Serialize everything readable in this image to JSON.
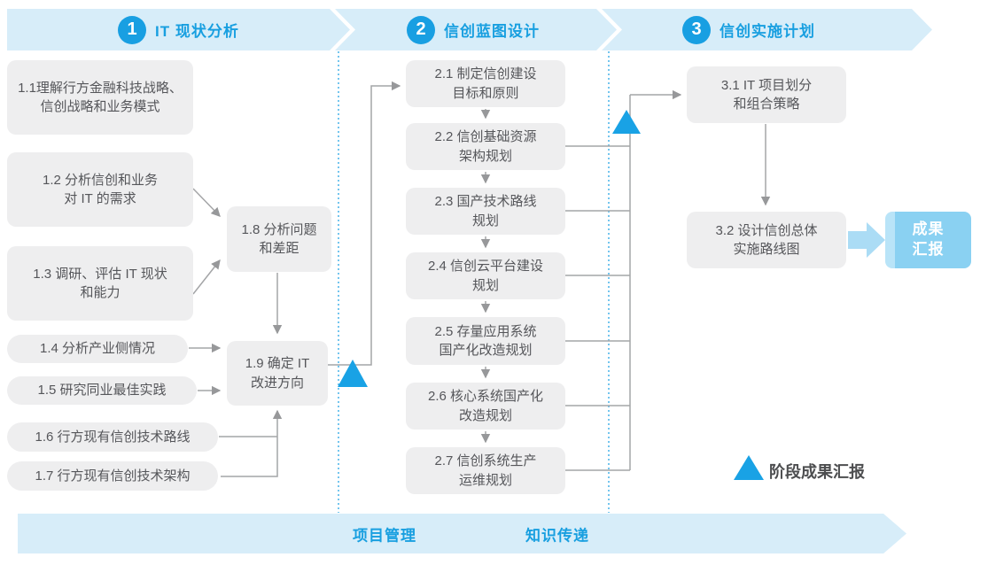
{
  "phases": [
    {
      "number": "1",
      "title": "IT 现状分析"
    },
    {
      "number": "2",
      "title": "信创蓝图设计"
    },
    {
      "number": "3",
      "title": "信创实施计划"
    }
  ],
  "steps": {
    "s1_1": {
      "line1": "1.1理解行方金融科技战略、",
      "line2": "信创战略和业务模式"
    },
    "s1_2": {
      "line1": "1.2 分析信创和业务",
      "line2": "对 IT 的需求"
    },
    "s1_3": {
      "line1": "1.3 调研、评估 IT 现状",
      "line2": "和能力"
    },
    "s1_4": {
      "line1": "1.4 分析产业侧情况"
    },
    "s1_5": {
      "line1": "1.5 研究同业最佳实践"
    },
    "s1_6": {
      "line1": "1.6 行方现有信创技术路线"
    },
    "s1_7": {
      "line1": "1.7 行方现有信创技术架构"
    },
    "s1_8": {
      "line1": "1.8 分析问题",
      "line2": "和差距"
    },
    "s1_9": {
      "line1": "1.9 确定 IT",
      "line2": "改进方向"
    },
    "s2_1": {
      "line1": "2.1 制定信创建设",
      "line2": "目标和原则"
    },
    "s2_2": {
      "line1": "2.2 信创基础资源",
      "line2": "架构规划"
    },
    "s2_3": {
      "line1": "2.3 国产技术路线",
      "line2": "规划"
    },
    "s2_4": {
      "line1": "2.4 信创云平台建设",
      "line2": "规划"
    },
    "s2_5": {
      "line1": "2.5 存量应用系统",
      "line2": "国产化改造规划"
    },
    "s2_6": {
      "line1": "2.6 核心系统国产化",
      "line2": "改造规划"
    },
    "s2_7": {
      "line1": "2.7 信创系统生产",
      "line2": "运维规划"
    },
    "s3_1": {
      "line1": "3.1 IT 项目划分",
      "line2": "和组合策略"
    },
    "s3_2": {
      "line1": "3.2 设计信创总体",
      "line2": "实施路线图"
    }
  },
  "deliverable": {
    "line1": "成果",
    "line2": "汇报"
  },
  "legend": {
    "label": "阶段成果汇报"
  },
  "footer": {
    "left_label": "项目管理",
    "right_label": "知识传递"
  },
  "colors": {
    "accent_blue": "#189fe2",
    "banner_fill": "#d7edf9",
    "box_fill": "#eeeeef",
    "box_text": "#55565a",
    "connector_gray": "#a4a5a7",
    "milestone_triangle": "#19a2e5",
    "deliverable_fill": "#8ad1f2",
    "flow_arrow_fill": "#abdcf5"
  }
}
